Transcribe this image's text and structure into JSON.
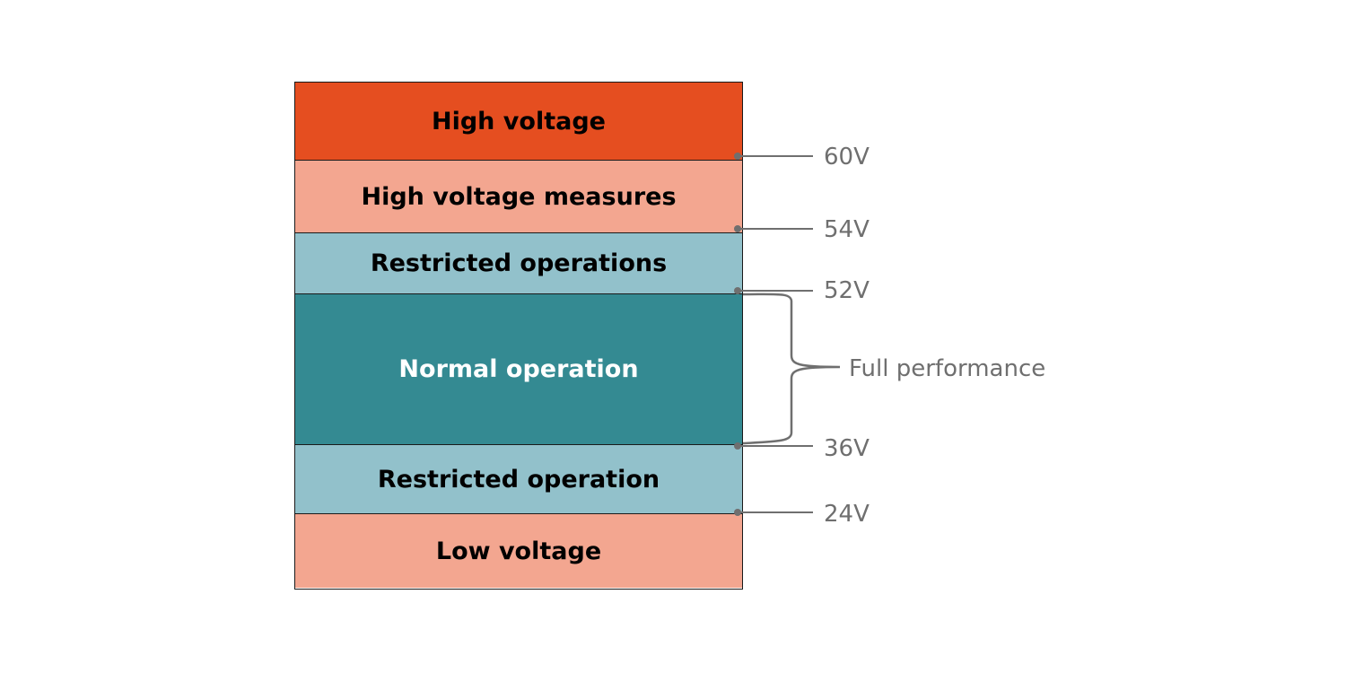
{
  "bands": [
    {
      "label": "High voltage",
      "color": "#e54e20",
      "text_color": "#000000"
    },
    {
      "label": "High voltage measures",
      "color": "#f3a690",
      "text_color": "#000000"
    },
    {
      "label": "Restricted operations",
      "color": "#92c1cb",
      "text_color": "#000000"
    },
    {
      "label": "Normal operation",
      "color": "#348a92",
      "text_color": "#ffffff"
    },
    {
      "label": "Restricted operation",
      "color": "#92c1cb",
      "text_color": "#000000"
    },
    {
      "label": "Low voltage",
      "color": "#f3a690",
      "text_color": "#000000"
    }
  ],
  "thresholds": [
    "60V",
    "54V",
    "52V",
    "36V",
    "24V"
  ],
  "brace_label": "Full performance",
  "annotation_color": "#6f6f6f"
}
